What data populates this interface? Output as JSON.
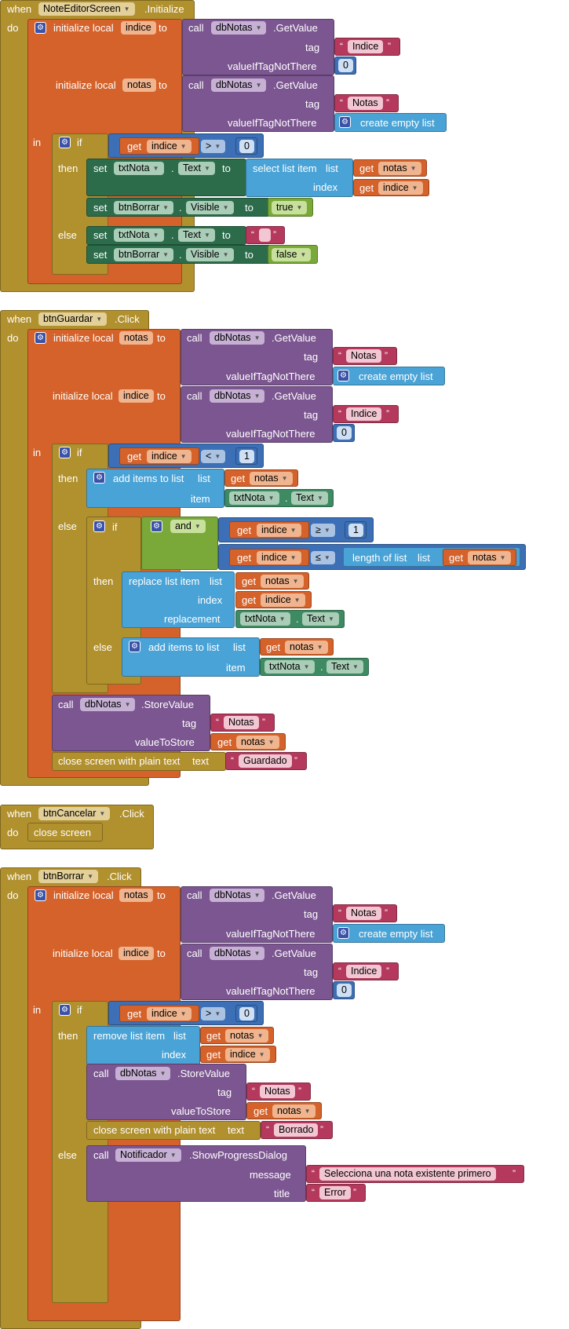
{
  "kw": {
    "when": "when",
    "do": "do",
    "in": "in",
    "if": "if",
    "then": "then",
    "else": "else",
    "init_local": "initialize local",
    "to": "to",
    "call": "call",
    "tag": "tag",
    "value_if_not": "valueIfTagNotThere",
    "get": "get",
    "set": "set",
    "dot": ".",
    "select_list_item": "select list item",
    "list": "list",
    "index": "index",
    "create_empty_list": "create empty list",
    "add_items": "add items to list",
    "item": "item",
    "and": "and",
    "length_of_list": "length of list",
    "replace_list_item": "replace list item",
    "replacement": "replacement",
    "store_value": ".StoreValue",
    "value_to_store": "valueToStore",
    "close_plain": "close screen with plain text",
    "text": "text",
    "close_screen": "close screen",
    "remove_list_item": "remove list item",
    "show_progress": ".ShowProgressDialog",
    "message": "message",
    "title": "title",
    "get_value": ".GetValue",
    "initialize_evt": ".Initialize",
    "click_evt": ".Click",
    "text_prop": "Text",
    "visible_prop": "Visible",
    "true": "true",
    "false": "false",
    "gt": ">",
    "lt": "<",
    "ge": "≥",
    "le": "≤",
    "open_q": "“",
    "close_q": "”"
  },
  "components": {
    "screen": "NoteEditorScreen",
    "db": "dbNotas",
    "txt": "txtNota",
    "btn_borrar": "btnBorrar",
    "btn_guardar": "btnGuardar",
    "btn_cancelar": "btnCancelar",
    "notificador": "Notificador"
  },
  "vars": {
    "indice": "indice",
    "notas": "notas"
  },
  "strings": {
    "Indice": "Indice",
    "Notas": "Notas",
    "empty": "",
    "Guardado": "Guardado",
    "Borrado": "Borrado",
    "msg": "Selecciona una nota existente primero",
    "Error": "Error"
  },
  "nums": {
    "zero": "0",
    "one": "1"
  }
}
